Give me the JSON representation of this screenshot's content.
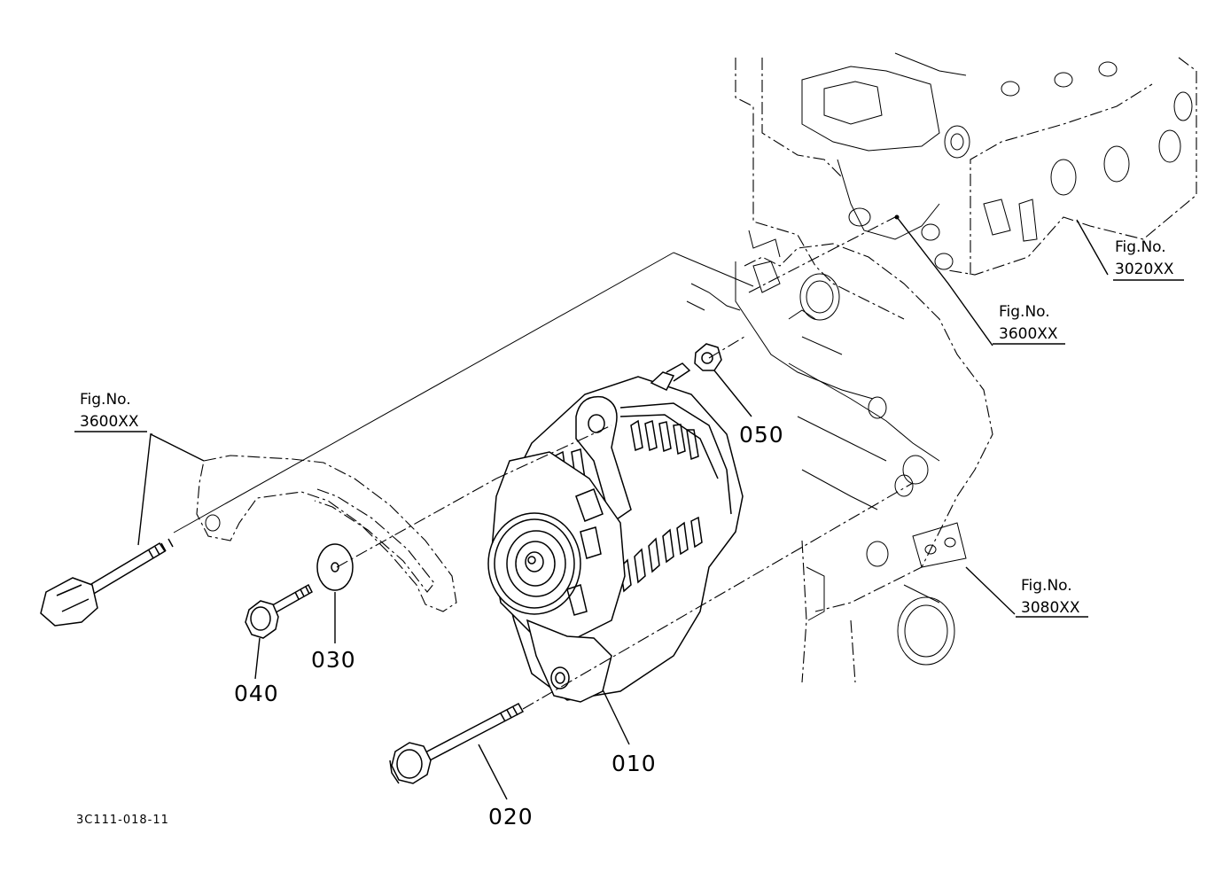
{
  "drawing_code": "3C111-018-11",
  "parts": [
    {
      "id": "p010",
      "label": "010"
    },
    {
      "id": "p020",
      "label": "020"
    },
    {
      "id": "p030",
      "label": "030"
    },
    {
      "id": "p040",
      "label": "040"
    },
    {
      "id": "p050",
      "label": "050"
    }
  ],
  "references": [
    {
      "id": "ref_3020",
      "prefix": "Fig.No.",
      "number": "3020XX"
    },
    {
      "id": "ref_3600_right",
      "prefix": "Fig.No.",
      "number": "3600XX"
    },
    {
      "id": "ref_3600_left",
      "prefix": "Fig.No.",
      "number": "3600XX"
    },
    {
      "id": "ref_3080",
      "prefix": "Fig.No.",
      "number": "3080XX"
    }
  ]
}
